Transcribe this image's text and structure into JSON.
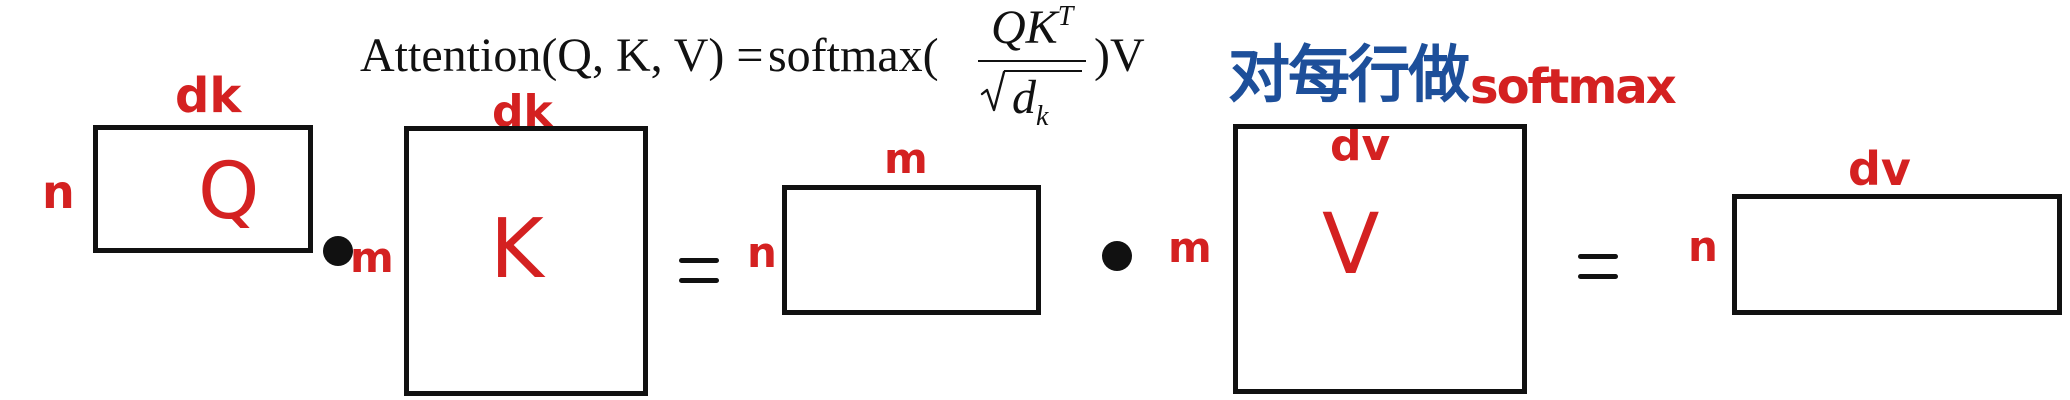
{
  "formula": {
    "lhs": "Attention(Q, K, V) = ",
    "function_name": "softmax(",
    "numerator_main": "QK",
    "numerator_superscript": "T",
    "denominator_main": "d",
    "denominator_subscript": "k",
    "rhs": ")V"
  },
  "annotations": {
    "row_note": "对每行做",
    "softmax_note": "softmax"
  },
  "diagram": {
    "q_width_label": "dk",
    "q_height_label": "n",
    "q_center_label": "Q",
    "k_width_label": "dk",
    "k_height_label": "m",
    "k_center_label": "K",
    "score_width_label": "m",
    "score_height_label": "n",
    "v_width_label": "dv",
    "v_height_label": "m",
    "v_center_label": "V",
    "output_width_label": "dv",
    "output_height_label": "n"
  },
  "colors": {
    "ink": "#111111",
    "red": "#d42121",
    "blue": "#1d4f9a"
  }
}
